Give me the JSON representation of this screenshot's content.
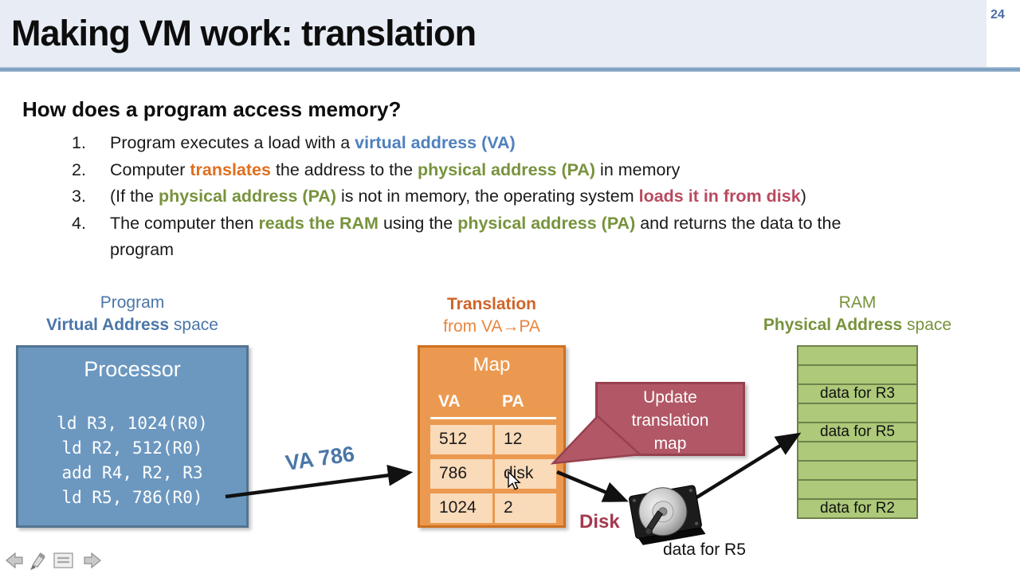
{
  "slide": {
    "number": "24",
    "title": "Making VM work: translation",
    "heading": "How does a program access memory?"
  },
  "list": {
    "item1": {
      "num": "1.",
      "pre": "Program executes a load with a ",
      "va": "virtual address (VA)"
    },
    "item2": {
      "num": "2.",
      "pre": "Computer ",
      "translates": "translates",
      "mid": " the address to the ",
      "pa": "physical address (PA)",
      "post": " in memory"
    },
    "item3": {
      "num": "3.",
      "pre": "(If the ",
      "pa": "physical address (PA)",
      "mid": " is not in memory, the operating system ",
      "loads": "loads it in from disk",
      "post": ")"
    },
    "item4": {
      "num": "4.",
      "pre": "The computer then ",
      "reads": "reads the RAM",
      "mid": " using the ",
      "pa": "physical address (PA)",
      "post": " and returns the data to the ",
      "post2": "program"
    }
  },
  "diagram": {
    "program_label": {
      "top": "Program",
      "bold": "Virtual Address",
      "rest": " space"
    },
    "translation_label": {
      "top": "Translation",
      "bottom": "from VA→PA"
    },
    "ram_label": {
      "top": "RAM",
      "bold": "Physical Address",
      "rest": " space"
    },
    "processor": {
      "title": "Processor",
      "code": [
        "ld R3, 1024(R0)",
        "ld R2, 512(R0)",
        "add R4, R2, R3",
        "ld R5, 786(R0)"
      ]
    },
    "map": {
      "title": "Map",
      "col_va": "VA",
      "col_pa": "PA",
      "rows": [
        [
          "512",
          "12"
        ],
        [
          "786",
          "disk"
        ],
        [
          "1024",
          "2"
        ]
      ]
    },
    "ram": {
      "rows": [
        "",
        "",
        "data for R3",
        "",
        "data for R5",
        "",
        "",
        "",
        "data for R2"
      ]
    },
    "callout": {
      "lines": [
        "Update",
        "translation",
        "map"
      ]
    },
    "va_arrow_label": "VA 786",
    "disk_label": "Disk",
    "disk_data_label": "data for R5"
  },
  "nav": {
    "icons": [
      "previous-slide",
      "pen",
      "slide-menu",
      "next-slide"
    ]
  },
  "colors": {
    "accent_blue": "#4f81bd",
    "accent_orange": "#e06f1f",
    "accent_green": "#77933c",
    "accent_red": "#b94a5e",
    "processor_fill": "#6c98c0",
    "map_fill": "#eb9950",
    "ram_fill": "#adc979",
    "callout_fill": "#b15765"
  }
}
